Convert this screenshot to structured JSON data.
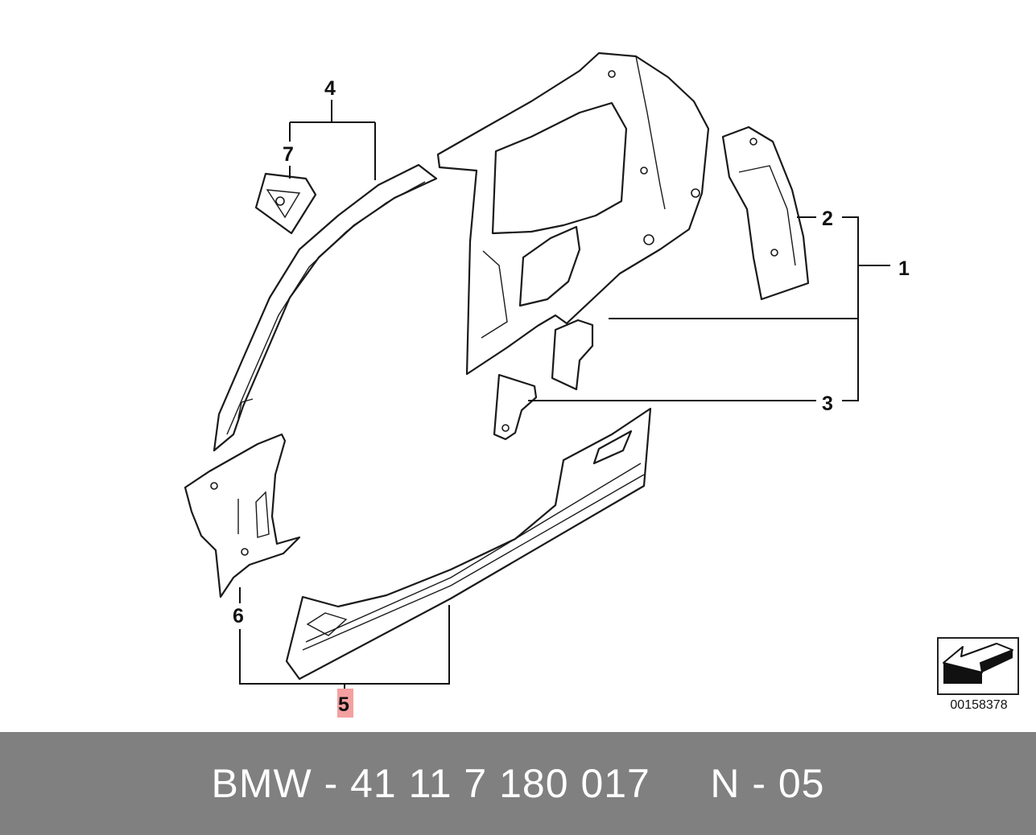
{
  "diagram": {
    "callouts": {
      "c1": "1",
      "c2": "2",
      "c3": "3",
      "c4": "4",
      "c5": "5",
      "c6": "6",
      "c7": "7"
    },
    "highlight_color": "#f4a0a0",
    "reference_number": "00158378"
  },
  "footer": {
    "text": "BMW - 41 11 7 180 017     N - 05",
    "background": "#808080"
  }
}
